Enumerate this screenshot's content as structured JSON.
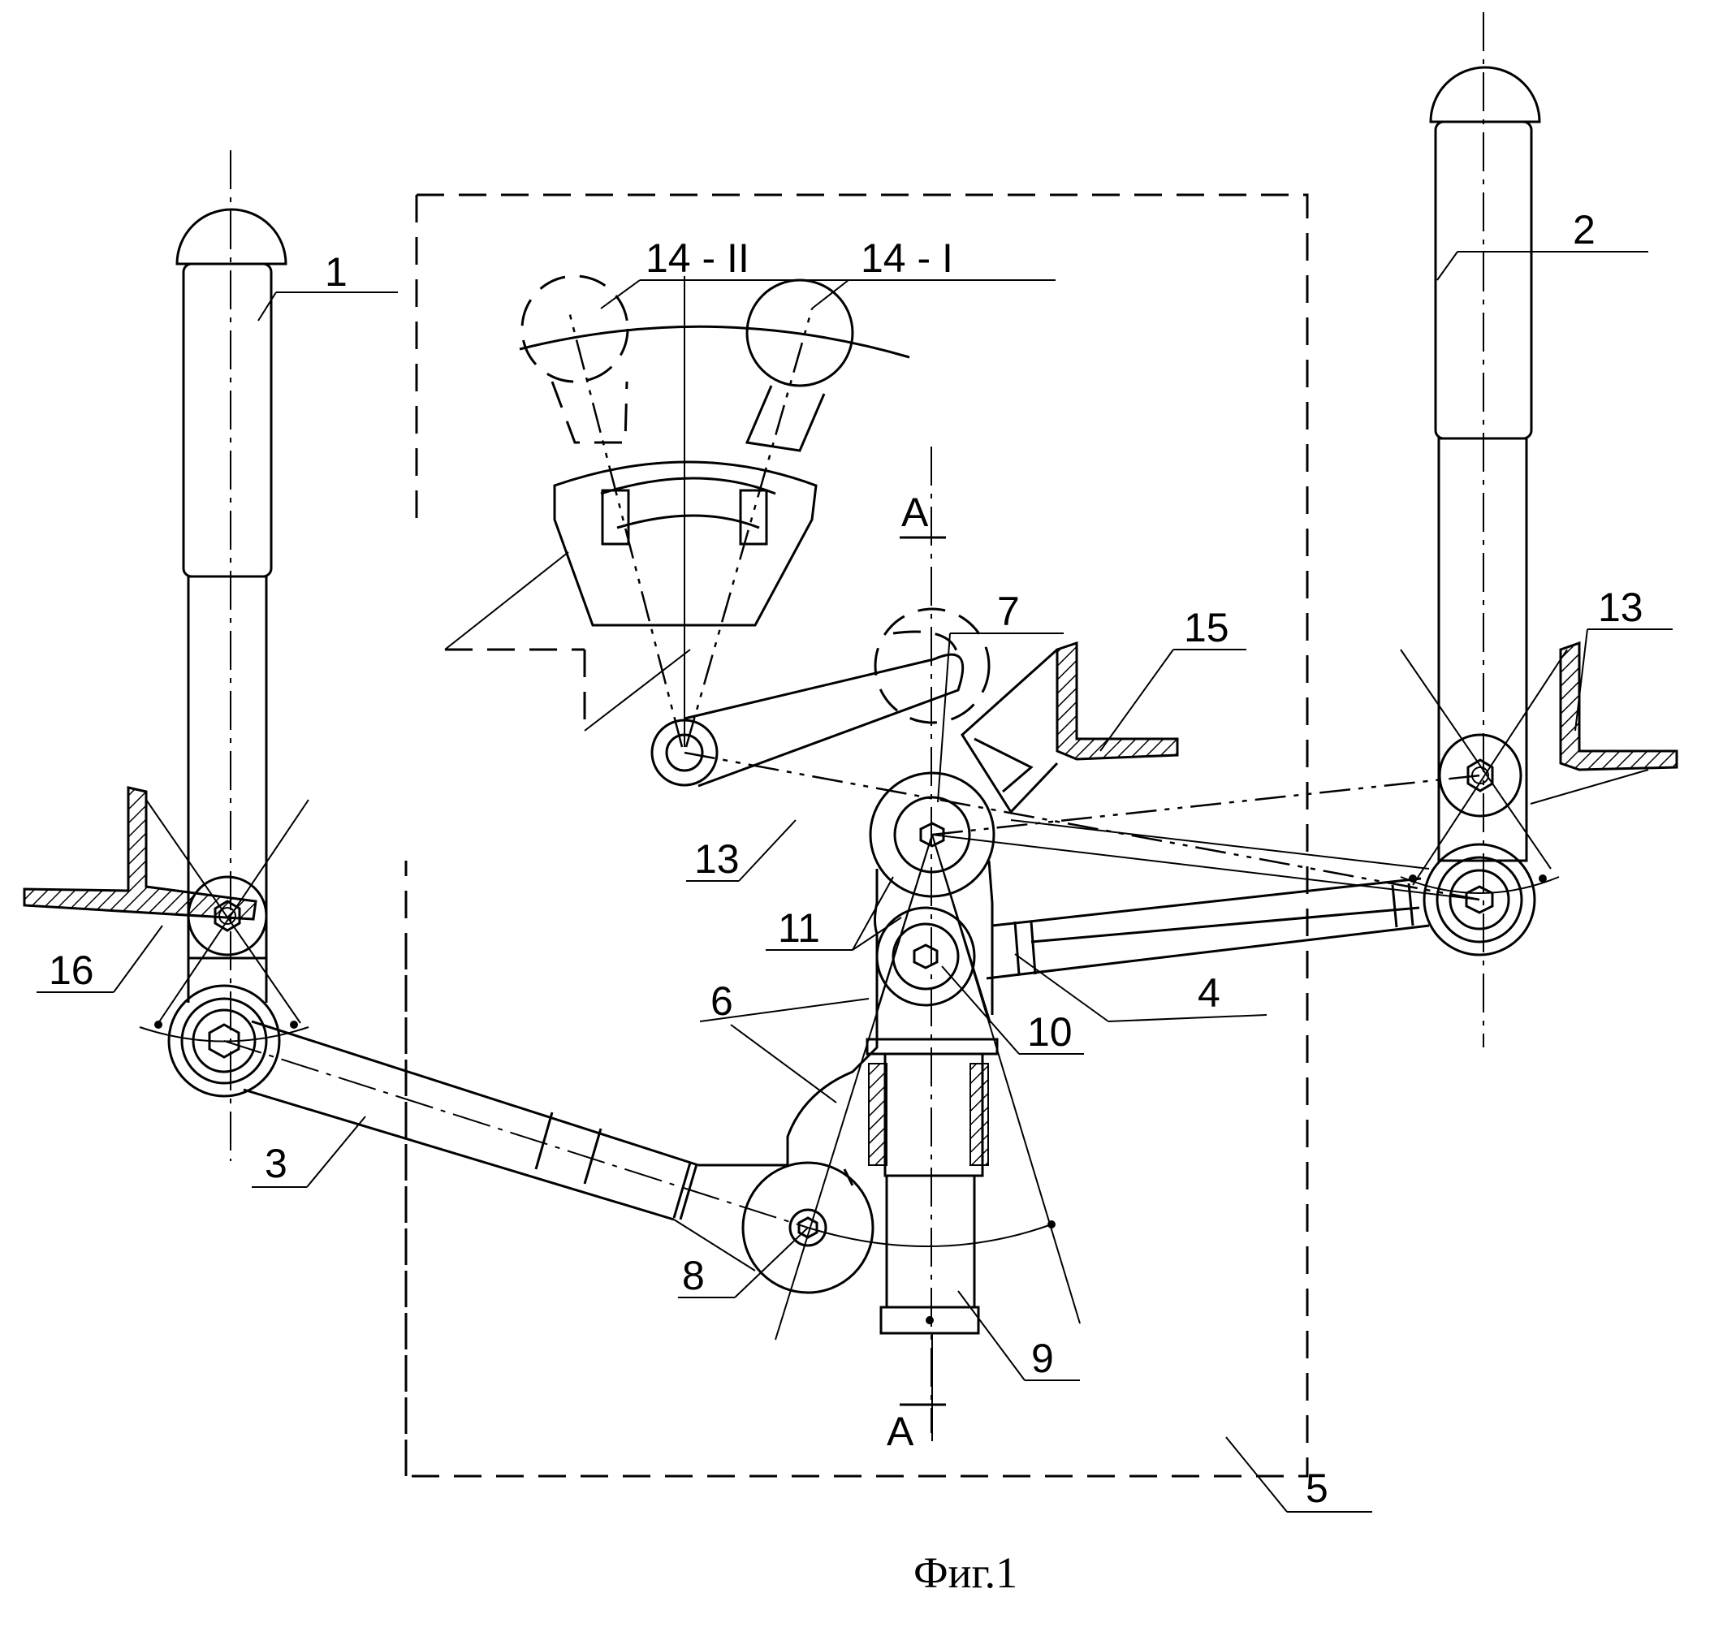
{
  "figure": {
    "caption": "Фиг.1"
  },
  "labels": {
    "l1": "1",
    "l2": "2",
    "l3": "3",
    "l4": "4",
    "l5": "5",
    "l6": "6",
    "l7": "7",
    "l8": "8",
    "l9": "9",
    "l10": "10",
    "l11": "11",
    "l13a": "13",
    "l13b": "13",
    "l14i": "14 - I",
    "l14ii": "14 - II",
    "l15": "15",
    "l16": "16",
    "sectionTop": "A",
    "sectionBottom": "A"
  }
}
